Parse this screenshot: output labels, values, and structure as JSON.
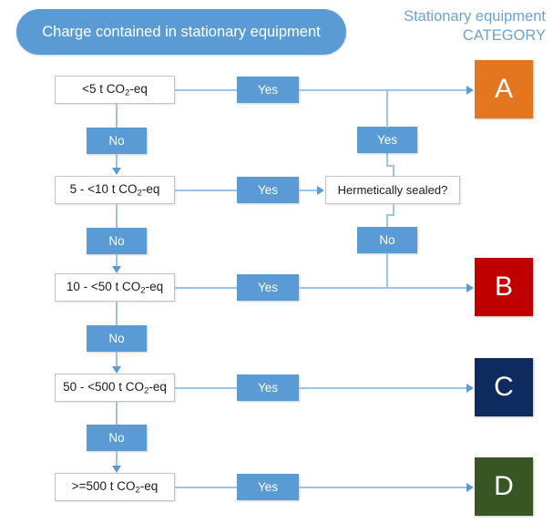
{
  "header": {
    "question": "Charge contained in stationary equipment",
    "right_line1": "Stationary equipment",
    "right_line2": "CATEGORY"
  },
  "labels": {
    "yes": "Yes",
    "no": "No"
  },
  "decisions": [
    {
      "id": "lt5",
      "prefix": "<5 t CO",
      "sub": "2",
      "suffix": "-eq"
    },
    {
      "id": "5to10",
      "prefix": "5 - <10 t CO",
      "sub": "2",
      "suffix": "-eq"
    },
    {
      "id": "10to50",
      "prefix": "10 - <50 t CO",
      "sub": "2",
      "suffix": "-eq"
    },
    {
      "id": "50to500",
      "prefix": "50 - <500 t CO",
      "sub": "2",
      "suffix": "-eq"
    },
    {
      "id": "ge500",
      "prefix": ">=500 t CO",
      "sub": "2",
      "suffix": "-eq"
    }
  ],
  "hermetic": {
    "text": "Hermetically sealed?"
  },
  "branch_labels": {
    "row1_yes": "Yes",
    "row1_no": "No",
    "row2_yes": "Yes",
    "row2_no": "No",
    "row3_yes": "Yes",
    "row3_no": "No",
    "row4_yes": "Yes",
    "row4_no": "No",
    "row5_yes": "Yes",
    "hermetic_yes": "Yes",
    "hermetic_no": "No"
  },
  "categories": [
    {
      "id": "A",
      "letter": "A",
      "color": "#e4761f"
    },
    {
      "id": "B",
      "letter": "B",
      "color": "#c00000"
    },
    {
      "id": "C",
      "letter": "C",
      "color": "#0f2a5e"
    },
    {
      "id": "D",
      "letter": "D",
      "color": "#375623"
    }
  ],
  "colors": {
    "accent_blue": "#5b9bd5",
    "line_blue": "#9dc3e6",
    "header_text_blue": "#6ba3d6",
    "box_white": "#ffffff",
    "box_border": "#c3c3c3"
  }
}
